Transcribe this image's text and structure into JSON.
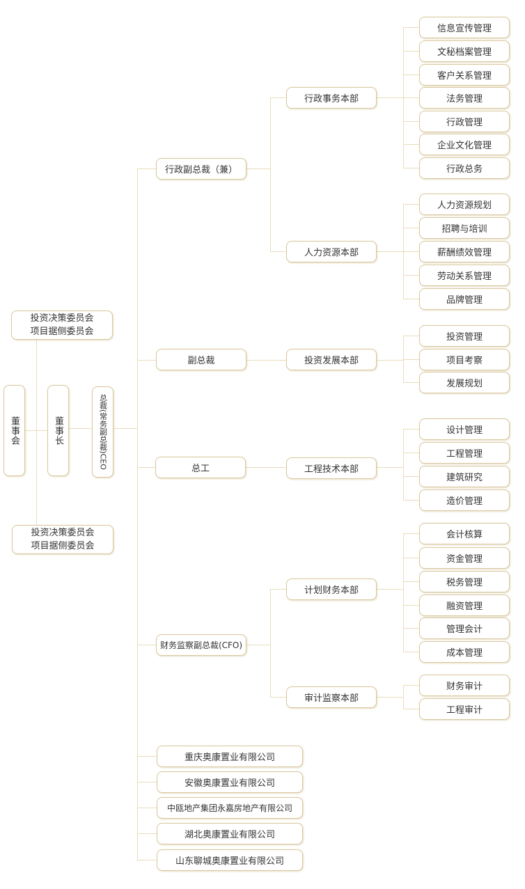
{
  "colors": {
    "border": "#d9c79c",
    "line": "#e8dcbb",
    "text": "#333333"
  },
  "board": "董事会",
  "chairman": "董事长",
  "ceo": "总裁(常务副总裁)CEO",
  "committees_top": [
    "投资决策委员会",
    "项目据侧委员会"
  ],
  "committees_bottom": [
    "投资决策委员会",
    "项目据侧委员会"
  ],
  "vps": {
    "admin": "行政副总裁（兼）",
    "vice": "副总裁",
    "engineer": "总工",
    "finance": "财务监察副总裁(CFO)"
  },
  "departments": {
    "admin_affairs": {
      "name": "行政事务本部",
      "items": [
        "信息宣传管理",
        "文秘档案管理",
        "客户关系管理",
        "法务管理",
        "行政管理",
        "企业文化管理",
        "行政总务"
      ]
    },
    "hr": {
      "name": "人力资源本部",
      "items": [
        "人力资源规划",
        "招聘与培训",
        "薪酬绩效管理",
        "劳动关系管理",
        "品牌管理"
      ]
    },
    "investment": {
      "name": "投资发展本部",
      "items": [
        "投资管理",
        "项目考察",
        "发展规划"
      ]
    },
    "engineering": {
      "name": "工程技术本部",
      "items": [
        "设计管理",
        "工程管理",
        "建筑研究",
        "造价管理"
      ]
    },
    "planning_finance": {
      "name": "计划财务本部",
      "items": [
        "会计核算",
        "资金管理",
        "税务管理",
        "融资管理",
        "管理会计",
        "成本管理"
      ]
    },
    "audit": {
      "name": "审计监察本部",
      "items": [
        "财务审计",
        "工程审计"
      ]
    }
  },
  "subsidiaries": [
    "重庆奥康置业有限公司",
    "安徽奥康置业有限公司",
    "中瓯地产集团永嘉房地产有限公司",
    "湖北奥康置业有限公司",
    "山东聊城奥康置业有限公司"
  ]
}
